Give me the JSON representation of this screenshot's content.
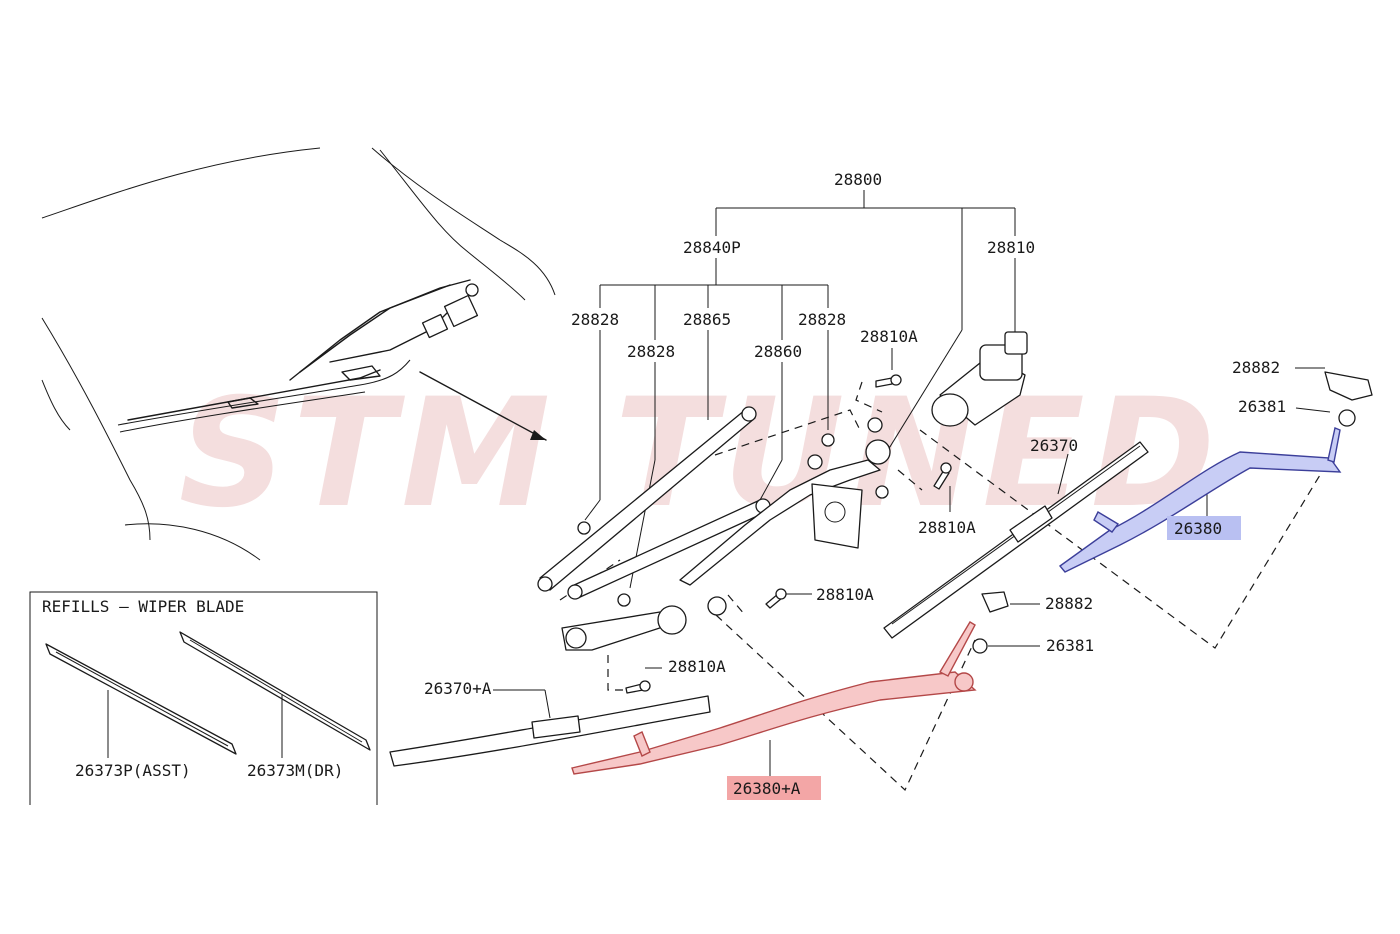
{
  "watermark": "STM TUNED",
  "colors": {
    "highlight_red": "#f3a6a6",
    "highlight_blue": "#b9c0f2",
    "watermark": "#f2d9d9"
  },
  "inset": {
    "title": "REFILLS – WIPER BLADE",
    "left_label": "26373P(ASST)",
    "right_label": "26373M(DR)"
  },
  "labels": {
    "l28800": "28800",
    "l28840P": "28840P",
    "l28810": "28810",
    "l28828a": "28828",
    "l28865": "28865",
    "l28828b": "28828",
    "l28828c": "28828",
    "l28860": "28860",
    "l28810A_top": "28810A",
    "l28810A_mid": "28810A",
    "l28810A_lower": "28810A",
    "l28810A_bottom": "28810A",
    "l26370": "26370",
    "l26370A": "26370+A",
    "l28882_top": "28882",
    "l26381_top": "26381",
    "l26380": "26380",
    "l28882_mid": "28882",
    "l26381_mid": "26381",
    "l26380A": "26380+A"
  }
}
